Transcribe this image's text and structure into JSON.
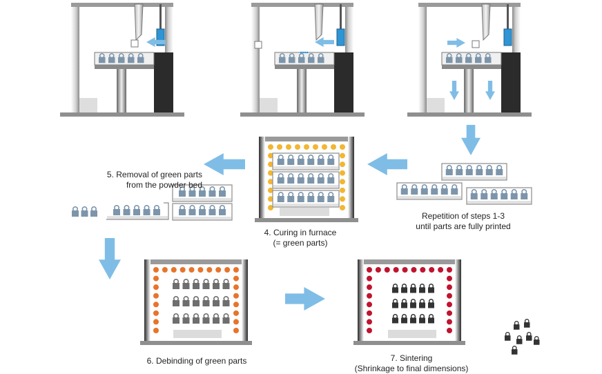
{
  "steps": {
    "step5_line1": "5. Removal of green parts",
    "step5_line2": "from the powder bed",
    "step4_line1": "4. Curing in furnace",
    "step4_line2": "(= green parts)",
    "repeat_line1": "Repetition of steps 1-3",
    "repeat_line2": "until parts are fully printed",
    "step6": "6. Debinding of green parts",
    "step7_line1": "7. Sintering",
    "step7_line2": "(Shrinkage to final dimensions)"
  },
  "colors": {
    "arrow": "#7fbde6",
    "part": "#7c95ab",
    "part_dark_gray": "#6e6e6e",
    "part_black": "#333333",
    "furnace_yellow": "#f2b632",
    "furnace_orange": "#e8742a",
    "furnace_red": "#c0132e",
    "frame_gray": "#999999",
    "printhead_blue": "#2f95d4"
  },
  "icons": {
    "process_arrow": "arrow-icon",
    "green_part": "part-icon"
  }
}
